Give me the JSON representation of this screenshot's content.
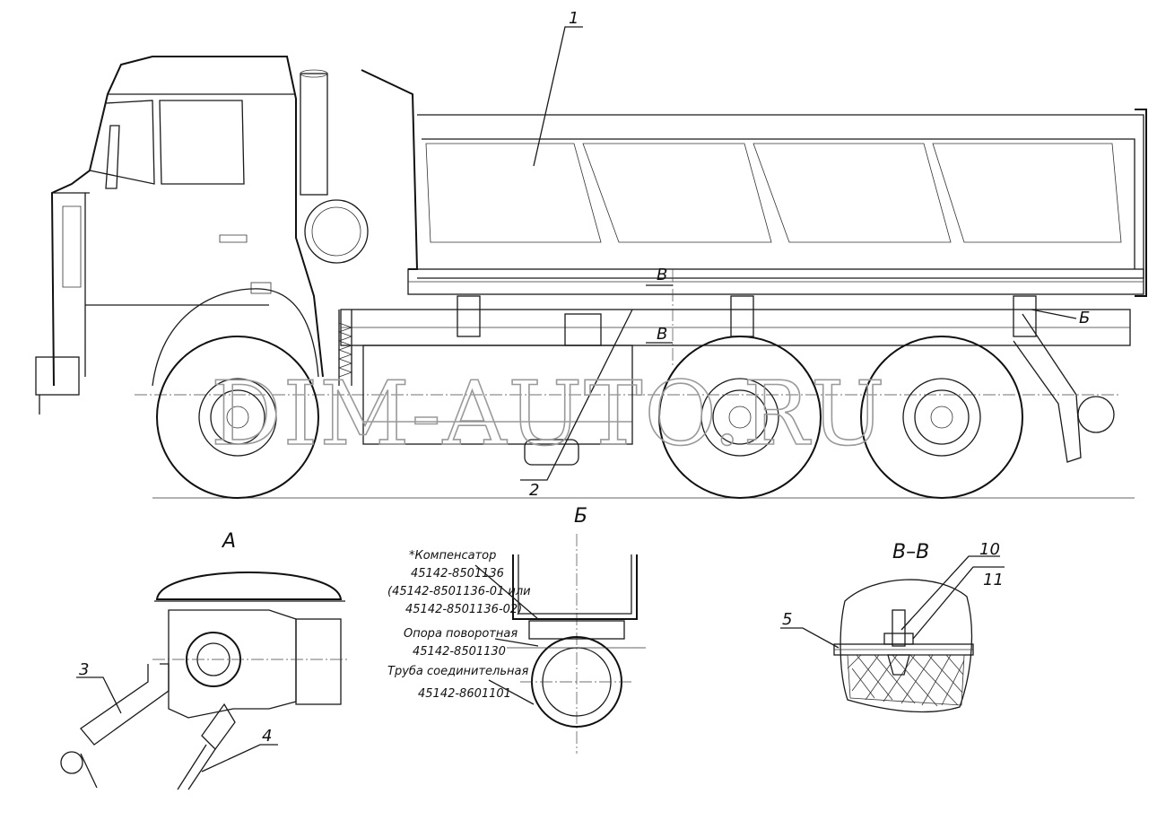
{
  "watermark": "DIM-AUTO.RU",
  "callouts": {
    "n1": "1",
    "n2": "2",
    "n3": "3",
    "n4": "4",
    "n5": "5",
    "n10": "10",
    "n11": "11",
    "sectionB_top": "B",
    "sectionB_bottom": "B",
    "viewB_mark": "Б"
  },
  "views": {
    "A": "А",
    "B": "Б",
    "BB": "В–В"
  },
  "labels": {
    "compensator_title": "*Компенсатор",
    "compensator_part": "45142-8501136",
    "compensator_alt1": "(45142-8501136-01 или",
    "compensator_alt2": "45142-8501136-02)",
    "support_title": "Опора поворотная",
    "support_part": "45142-8501130",
    "pipe_title": "Труба соединительная",
    "pipe_part": "45142-8601101"
  }
}
